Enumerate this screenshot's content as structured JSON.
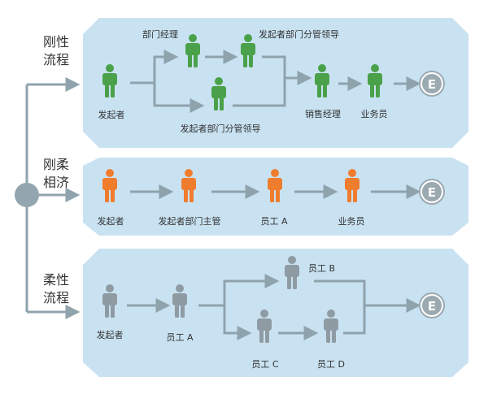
{
  "colors": {
    "panel": "#c9e2f2",
    "line": "#8fa3ad",
    "hub": "#93a5af",
    "rigid": "#4aa14a",
    "mixed": "#f07c2e",
    "flex": "#8f9ba3",
    "end_circle": "#9ba9b1"
  },
  "icons": {
    "person": "person-icon",
    "end": "end-e-icon"
  },
  "end_marker": "E",
  "rows": [
    {
      "name": "刚性流程",
      "side_label": [
        "刚性",
        "流程"
      ],
      "people": [
        "发起者",
        "部门经理",
        "发起者部门分管领导",
        "发起者部门分管领导",
        "销售经理",
        "业务员"
      ]
    },
    {
      "name": "刚柔相济",
      "side_label": [
        "刚柔",
        "相济"
      ],
      "people": [
        "发起者",
        "发起者部门主管",
        "员工 A",
        "业务员"
      ]
    },
    {
      "name": "柔性流程",
      "side_label": [
        "柔性",
        "流程"
      ],
      "people": [
        "发起者",
        "员工 A",
        "员工 B",
        "员工 C",
        "员工 D"
      ]
    }
  ]
}
